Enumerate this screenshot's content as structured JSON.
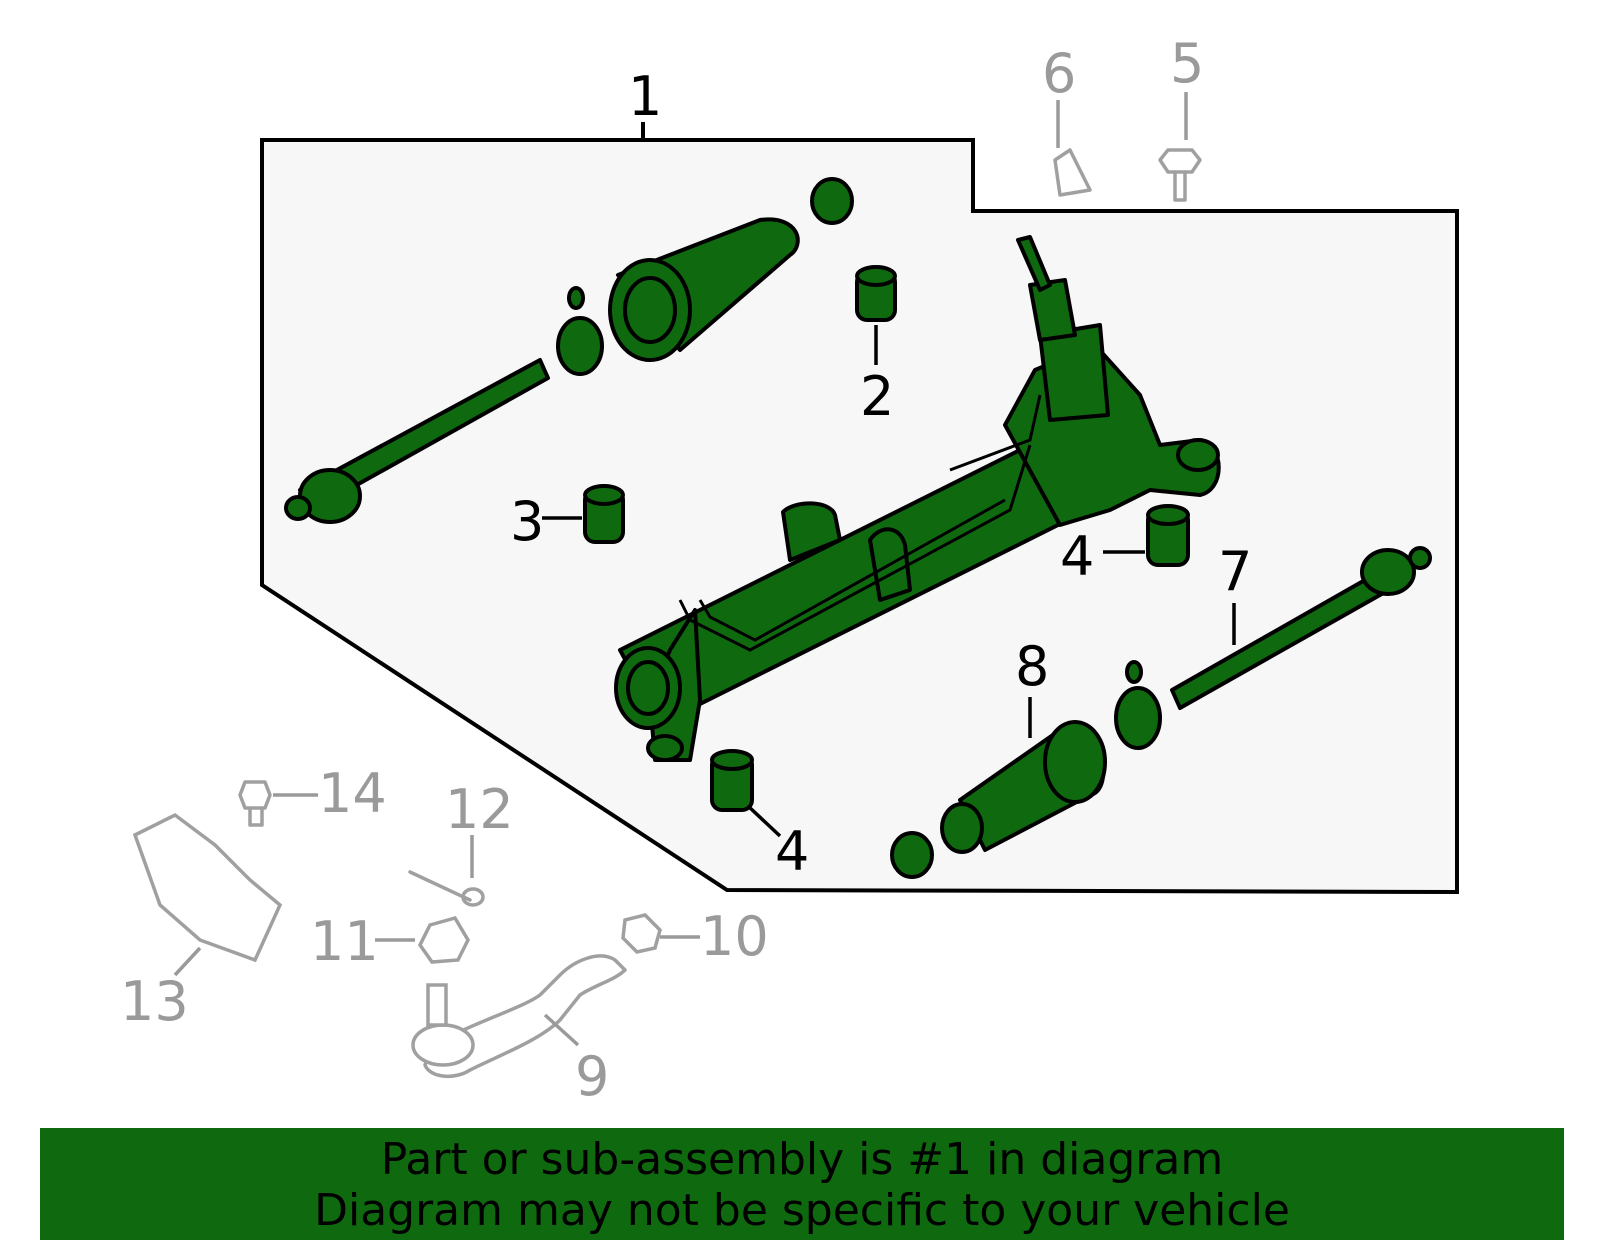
{
  "diagram": {
    "colors": {
      "assembly_fill": "#0f6a0f",
      "assembly_outline": "#000000",
      "assembly_region": "#f7f7f7",
      "aux_parts": "#a0a0a0",
      "aux_labels": "#9a9a9a",
      "banner": "#0f6a0f"
    },
    "callouts": {
      "c1": "1",
      "c2": "2",
      "c3": "3",
      "c4a": "4",
      "c4b": "4",
      "c5": "5",
      "c6": "6",
      "c7": "7",
      "c8": "8",
      "c9": "9",
      "c10": "10",
      "c11": "11",
      "c12": "12",
      "c13": "13",
      "c14": "14"
    }
  },
  "banner": {
    "line1": "Part or sub-assembly is #1 in diagram",
    "line2": "Diagram may not be specific to your vehicle"
  }
}
